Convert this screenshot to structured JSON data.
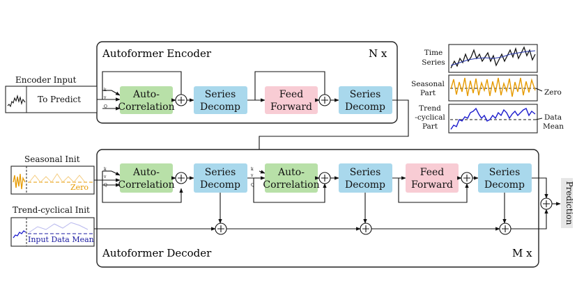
{
  "encoder": {
    "title": "Autoformer Encoder",
    "repeat": "N x",
    "input_label": "Encoder Input",
    "to_predict": "To Predict",
    "qkv": [
      "k",
      "v",
      "Q"
    ],
    "blocks": {
      "auto1": "Auto-",
      "auto2": "Correlation",
      "sd1": "Series",
      "sd2": "Decomp",
      "ff1": "Feed",
      "ff2": "Forward"
    }
  },
  "decoder": {
    "title": "Autoformer Decoder",
    "repeat": "M x",
    "seasonal_init": "Seasonal Init",
    "zero": "Zero",
    "trend_init": "Trend-cyclical Init",
    "input_mean": "Input Data Mean",
    "prediction": "Prediction"
  },
  "legend": {
    "time1": "Time",
    "time2": "Series",
    "seas1": "Seasonal",
    "seas2": "Part",
    "trend1": "Trend",
    "trend2": "-cyclical",
    "trend3": "Part",
    "zero": "Zero",
    "mean1": "Data",
    "mean2": "Mean"
  },
  "colors": {
    "autocorrelation": "#b8e0a8",
    "series_decomp": "#a9d8ec",
    "feed_forward": "#f8ccd4",
    "seasonal": "#e69a00",
    "trend": "#1a1aa0"
  }
}
